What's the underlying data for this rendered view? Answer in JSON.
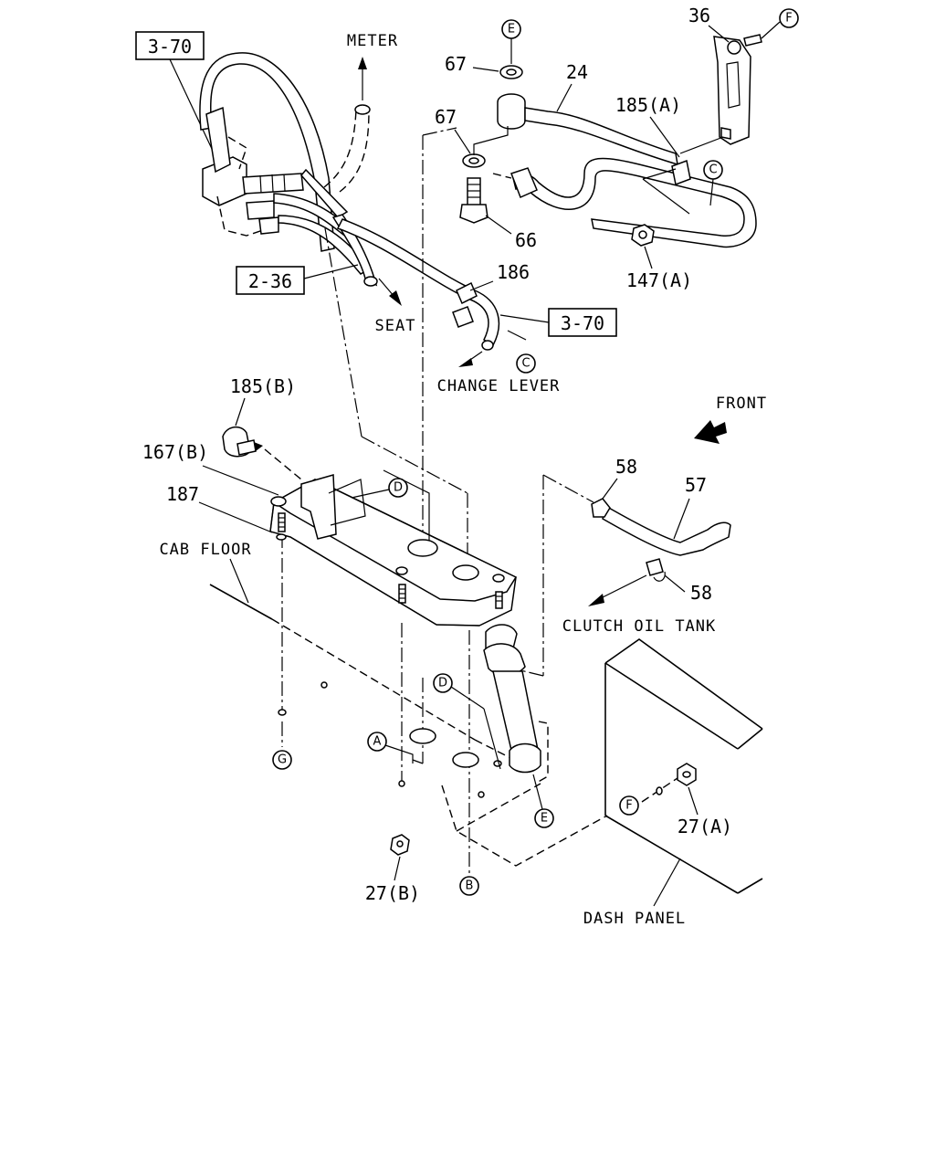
{
  "labels": {
    "ref_3_70_top": "3-70",
    "ref_2_36": "2-36",
    "ref_3_70_mid": "3-70",
    "meter": "METER",
    "seat": "SEAT",
    "change_lever": "CHANGE LEVER",
    "front": "FRONT",
    "cab_floor": "CAB FLOOR",
    "clutch_oil_tank": "CLUTCH OIL TANK",
    "dash_panel": "DASH PANEL",
    "p36": "36",
    "p67a": "67",
    "p67b": "67",
    "p24": "24",
    "p185a": "185(A)",
    "p66": "66",
    "p147a": "147(A)",
    "p186": "186",
    "p185b": "185(B)",
    "p167b": "167(B)",
    "p187": "187",
    "p58a": "58",
    "p57": "57",
    "p58b": "58",
    "p27a": "27(A)",
    "p27b": "27(B)"
  },
  "circles": {
    "E_top": "E",
    "F_top": "F",
    "C_top": "C",
    "C_mid": "C",
    "D_top": "D",
    "D_bot": "D",
    "A": "A",
    "G": "G",
    "E_bot": "E",
    "F_bot": "F",
    "B": "B"
  }
}
